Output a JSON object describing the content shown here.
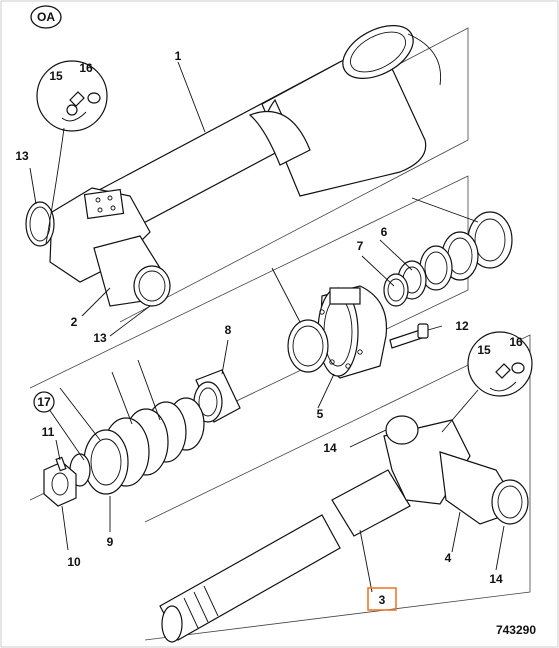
{
  "diagram": {
    "corner_badge": "OA",
    "drawing_number": "743290",
    "highlighted_part": "3",
    "highlight_color": "#f07a2a",
    "callouts": [
      {
        "id": "1",
        "text": "1"
      },
      {
        "id": "2",
        "text": "2"
      },
      {
        "id": "3",
        "text": "3"
      },
      {
        "id": "4",
        "text": "4"
      },
      {
        "id": "5",
        "text": "5"
      },
      {
        "id": "6",
        "text": "6"
      },
      {
        "id": "7",
        "text": "7"
      },
      {
        "id": "8",
        "text": "8"
      },
      {
        "id": "9",
        "text": "9"
      },
      {
        "id": "10",
        "text": "10"
      },
      {
        "id": "11",
        "text": "11"
      },
      {
        "id": "12",
        "text": "12"
      },
      {
        "id": "13a",
        "text": "13"
      },
      {
        "id": "13b",
        "text": "13"
      },
      {
        "id": "14a",
        "text": "14"
      },
      {
        "id": "14b",
        "text": "14"
      },
      {
        "id": "15a",
        "text": "15"
      },
      {
        "id": "16a",
        "text": "16"
      },
      {
        "id": "15b",
        "text": "15"
      },
      {
        "id": "16b",
        "text": "16"
      },
      {
        "id": "17",
        "text": "17"
      }
    ]
  }
}
